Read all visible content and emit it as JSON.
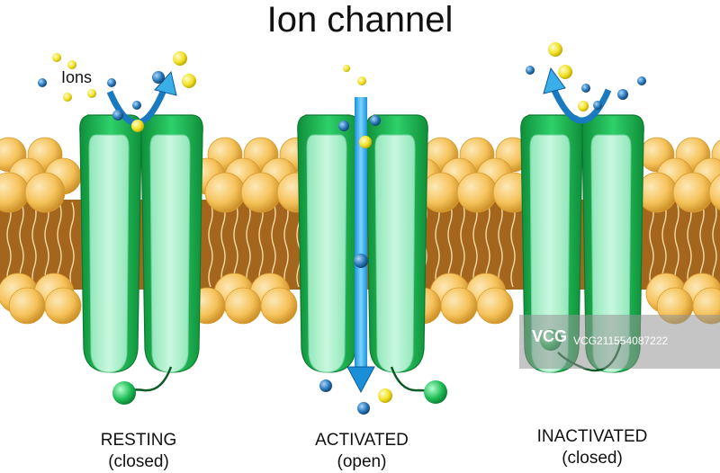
{
  "title": "Ion channel",
  "ions_label": "Ions",
  "states": [
    {
      "line1": "RESTING",
      "line2": "(closed)"
    },
    {
      "line1": "ACTIVATED",
      "line2": "(open)"
    },
    {
      "line1": "INACTIVATED",
      "line2": "(closed)"
    }
  ],
  "watermark": {
    "logo": "VCG",
    "text": "VCG211554087222"
  },
  "colors": {
    "head": "#f5c25a",
    "tail_bg": "#a4661d",
    "protein_dark": "#1aae4b",
    "protein_light": "#a8f0c8",
    "ion_blue": "#2a78b8",
    "ion_yellow": "#f2e227",
    "arrow": "#3aaee8"
  }
}
